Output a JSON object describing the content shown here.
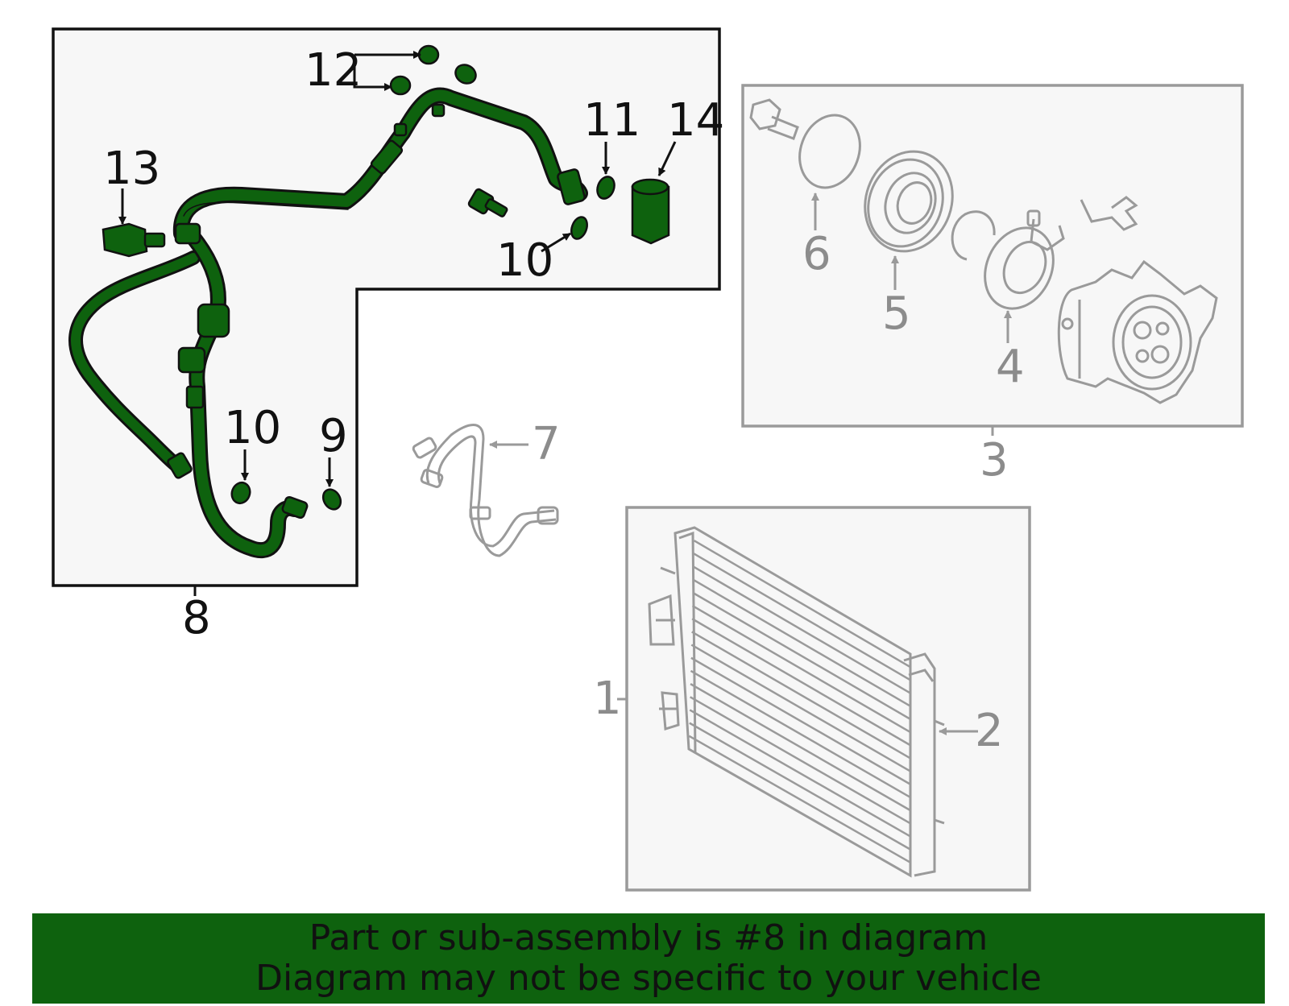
{
  "colors": {
    "highlight": "#0e620e",
    "outline_active": "#111111",
    "outline_inactive": "#9a9a9a",
    "panel_fill": "#f7f7f7",
    "footer_background": "#0e620e"
  },
  "callouts": {
    "c1": "1",
    "c2": "2",
    "c3": "3",
    "c4": "4",
    "c5": "5",
    "c6": "6",
    "c7": "7",
    "c8": "8",
    "c9": "9",
    "c10a": "10",
    "c10b": "10",
    "c11": "11",
    "c12": "12",
    "c13": "13",
    "c14": "14"
  },
  "footer": {
    "line1": "Part or sub-assembly is #8 in diagram",
    "line2": "Diagram may not be specific to your vehicle"
  }
}
